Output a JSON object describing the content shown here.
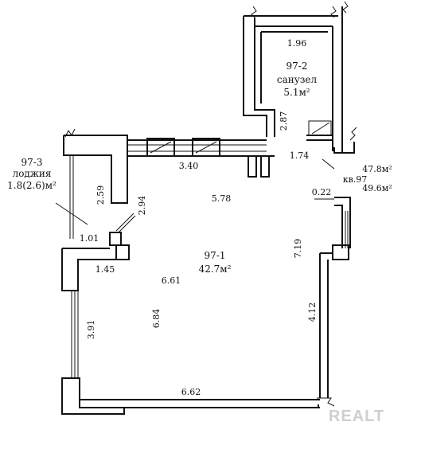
{
  "rooms": {
    "bathroom": {
      "code": "97-2",
      "name": "санузел",
      "area": "5.1м²"
    },
    "main": {
      "code": "97-1",
      "area": "42.7м²"
    },
    "loggia": {
      "code": "97-3",
      "name": "лоджия",
      "area": "1.8(2.6)м²"
    }
  },
  "apartment": {
    "label": "кв.97",
    "area_1": "47.8м²",
    "area_2": "49.6м²"
  },
  "dimensions": {
    "bath_width": "1.96",
    "bath_height": "2.87",
    "d_1_74": "1.74",
    "d_0_22": "0.22",
    "d_3_40": "3.40",
    "d_5_78": "5.78",
    "d_2_94": "2.94",
    "d_2_59": "2.59",
    "d_1_01": "1.01",
    "d_1_45": "1.45",
    "d_6_61": "6.61",
    "d_6_84": "6.84",
    "d_3_91": "3.91",
    "d_7_19": "7.19",
    "d_4_12": "4.12",
    "d_6_62": "6.62"
  },
  "watermark": "REALT"
}
